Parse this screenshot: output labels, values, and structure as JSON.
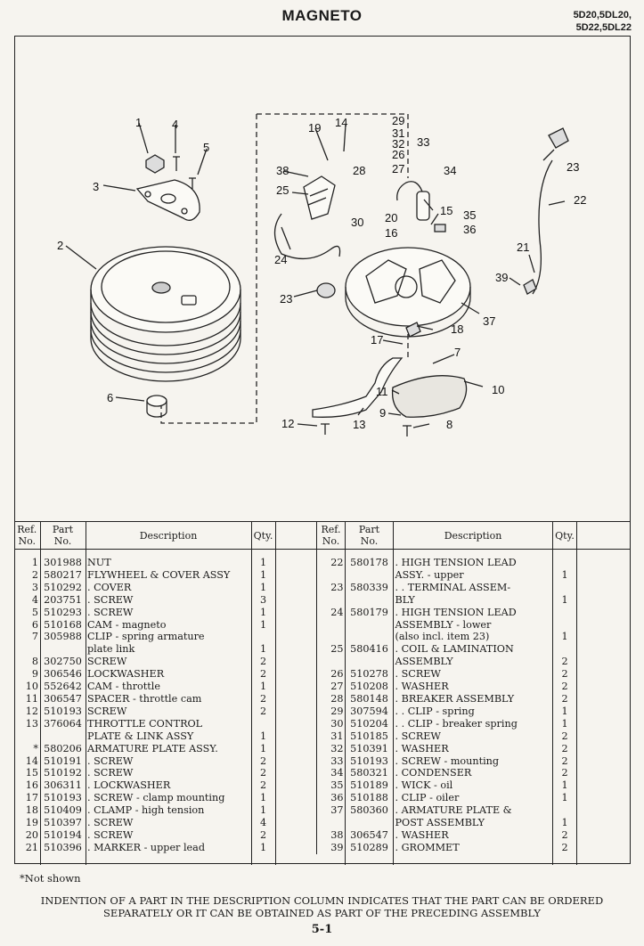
{
  "header": {
    "title": "MAGNETO",
    "models_line1": "5D20,5DL20,",
    "models_line2": "5D22,5DL22"
  },
  "diagram": {
    "callouts": [
      "1",
      "2",
      "3",
      "4",
      "5",
      "6",
      "7",
      "8",
      "9",
      "10",
      "11",
      "12",
      "13",
      "14",
      "15",
      "16",
      "17",
      "18",
      "19",
      "20",
      "21",
      "22",
      "23",
      "23",
      "24",
      "25",
      "26",
      "27",
      "28",
      "29",
      "30",
      "31",
      "32",
      "33",
      "34",
      "35",
      "36",
      "37",
      "38",
      "39"
    ]
  },
  "table": {
    "headers": {
      "ref": "Ref.",
      "ref2": "No.",
      "part": "Part",
      "part2": "No.",
      "description": "Description",
      "qty": "Qty."
    },
    "left": [
      {
        "ref": "1",
        "part": "301988",
        "desc": "NUT",
        "qty": "1"
      },
      {
        "ref": "2",
        "part": "580217",
        "desc": "FLYWHEEL & COVER ASSY",
        "qty": "1"
      },
      {
        "ref": "3",
        "part": "510292",
        "desc": ". COVER",
        "qty": "1"
      },
      {
        "ref": "4",
        "part": "203751",
        "desc": ". SCREW",
        "qty": "3"
      },
      {
        "ref": "5",
        "part": "510293",
        "desc": ". SCREW",
        "qty": "1"
      },
      {
        "ref": "6",
        "part": "510168",
        "desc": "CAM - magneto",
        "qty": "1"
      },
      {
        "ref": "7",
        "part": "305988",
        "desc": "CLIP - spring armature",
        "qty": ""
      },
      {
        "ref": "",
        "part": "",
        "desc": "plate link",
        "qty": "1"
      },
      {
        "ref": "8",
        "part": "302750",
        "desc": "SCREW",
        "qty": "2"
      },
      {
        "ref": "9",
        "part": "306546",
        "desc": "LOCKWASHER",
        "qty": "2"
      },
      {
        "ref": "10",
        "part": "552642",
        "desc": "CAM - throttle",
        "qty": "1"
      },
      {
        "ref": "11",
        "part": "306547",
        "desc": "SPACER - throttle cam",
        "qty": "2"
      },
      {
        "ref": "12",
        "part": "510193",
        "desc": "SCREW",
        "qty": "2"
      },
      {
        "ref": "13",
        "part": "376064",
        "desc": "THROTTLE CONTROL",
        "qty": ""
      },
      {
        "ref": "",
        "part": "",
        "desc": "PLATE & LINK ASSY",
        "qty": "1"
      },
      {
        "ref": "*",
        "part": "580206",
        "desc": "ARMATURE PLATE ASSY.",
        "qty": "1"
      },
      {
        "ref": "14",
        "part": "510191",
        "desc": ". SCREW",
        "qty": "2"
      },
      {
        "ref": "15",
        "part": "510192",
        "desc": ". SCREW",
        "qty": "2"
      },
      {
        "ref": "16",
        "part": "306311",
        "desc": ". LOCKWASHER",
        "qty": "2"
      },
      {
        "ref": "17",
        "part": "510193",
        "desc": ". SCREW - clamp mounting",
        "qty": "1"
      },
      {
        "ref": "18",
        "part": "510409",
        "desc": ". CLAMP - high tension",
        "qty": "1"
      },
      {
        "ref": "19",
        "part": "510397",
        "desc": ". SCREW",
        "qty": "4"
      },
      {
        "ref": "20",
        "part": "510194",
        "desc": ". SCREW",
        "qty": "2"
      },
      {
        "ref": "21",
        "part": "510396",
        "desc": ". MARKER - upper lead",
        "qty": "1"
      }
    ],
    "right": [
      {
        "ref": "22",
        "part": "580178",
        "desc": ". HIGH TENSION LEAD",
        "qty": ""
      },
      {
        "ref": "",
        "part": "",
        "desc": "ASSY. - upper",
        "qty": "1"
      },
      {
        "ref": "23",
        "part": "580339",
        "desc": ". . TERMINAL ASSEM-",
        "qty": ""
      },
      {
        "ref": "",
        "part": "",
        "desc": "BLY",
        "qty": "1"
      },
      {
        "ref": "24",
        "part": "580179",
        "desc": ". HIGH TENSION LEAD",
        "qty": ""
      },
      {
        "ref": "",
        "part": "",
        "desc": "ASSEMBLY - lower",
        "qty": ""
      },
      {
        "ref": "",
        "part": "",
        "desc": "(also incl. item 23)",
        "qty": "1"
      },
      {
        "ref": "25",
        "part": "580416",
        "desc": ". COIL & LAMINATION",
        "qty": ""
      },
      {
        "ref": "",
        "part": "",
        "desc": "ASSEMBLY",
        "qty": "2"
      },
      {
        "ref": "26",
        "part": "510278",
        "desc": ". SCREW",
        "qty": "2"
      },
      {
        "ref": "27",
        "part": "510208",
        "desc": ". WASHER",
        "qty": "2"
      },
      {
        "ref": "28",
        "part": "580148",
        "desc": ". BREAKER ASSEMBLY",
        "qty": "2"
      },
      {
        "ref": "29",
        "part": "307594",
        "desc": ". . CLIP - spring",
        "qty": "1"
      },
      {
        "ref": "30",
        "part": "510204",
        "desc": ". . CLIP - breaker spring",
        "qty": "1"
      },
      {
        "ref": "31",
        "part": "510185",
        "desc": ". SCREW",
        "qty": "2"
      },
      {
        "ref": "32",
        "part": "510391",
        "desc": ". WASHER",
        "qty": "2"
      },
      {
        "ref": "33",
        "part": "510193",
        "desc": ". SCREW - mounting",
        "qty": "2"
      },
      {
        "ref": "34",
        "part": "580321",
        "desc": ". CONDENSER",
        "qty": "2"
      },
      {
        "ref": "35",
        "part": "510189",
        "desc": ". WICK - oil",
        "qty": "1"
      },
      {
        "ref": "36",
        "part": "510188",
        "desc": ". CLIP - oiler",
        "qty": "1"
      },
      {
        "ref": "37",
        "part": "580360",
        "desc": ". ARMATURE PLATE &",
        "qty": ""
      },
      {
        "ref": "",
        "part": "",
        "desc": "POST ASSEMBLY",
        "qty": "1"
      },
      {
        "ref": "38",
        "part": "306547",
        "desc": ". WASHER",
        "qty": "2"
      },
      {
        "ref": "39",
        "part": "510289",
        "desc": ". GROMMET",
        "qty": "2"
      }
    ]
  },
  "footnote": "*Not shown",
  "indention_line1": "INDENTION OF A PART IN THE DESCRIPTION COLUMN INDICATES THAT THE PART CAN BE ORDERED",
  "indention_line2": "SEPARATELY OR IT CAN BE OBTAINED AS PART OF THE PRECEDING ASSEMBLY",
  "page_number": "5-1"
}
